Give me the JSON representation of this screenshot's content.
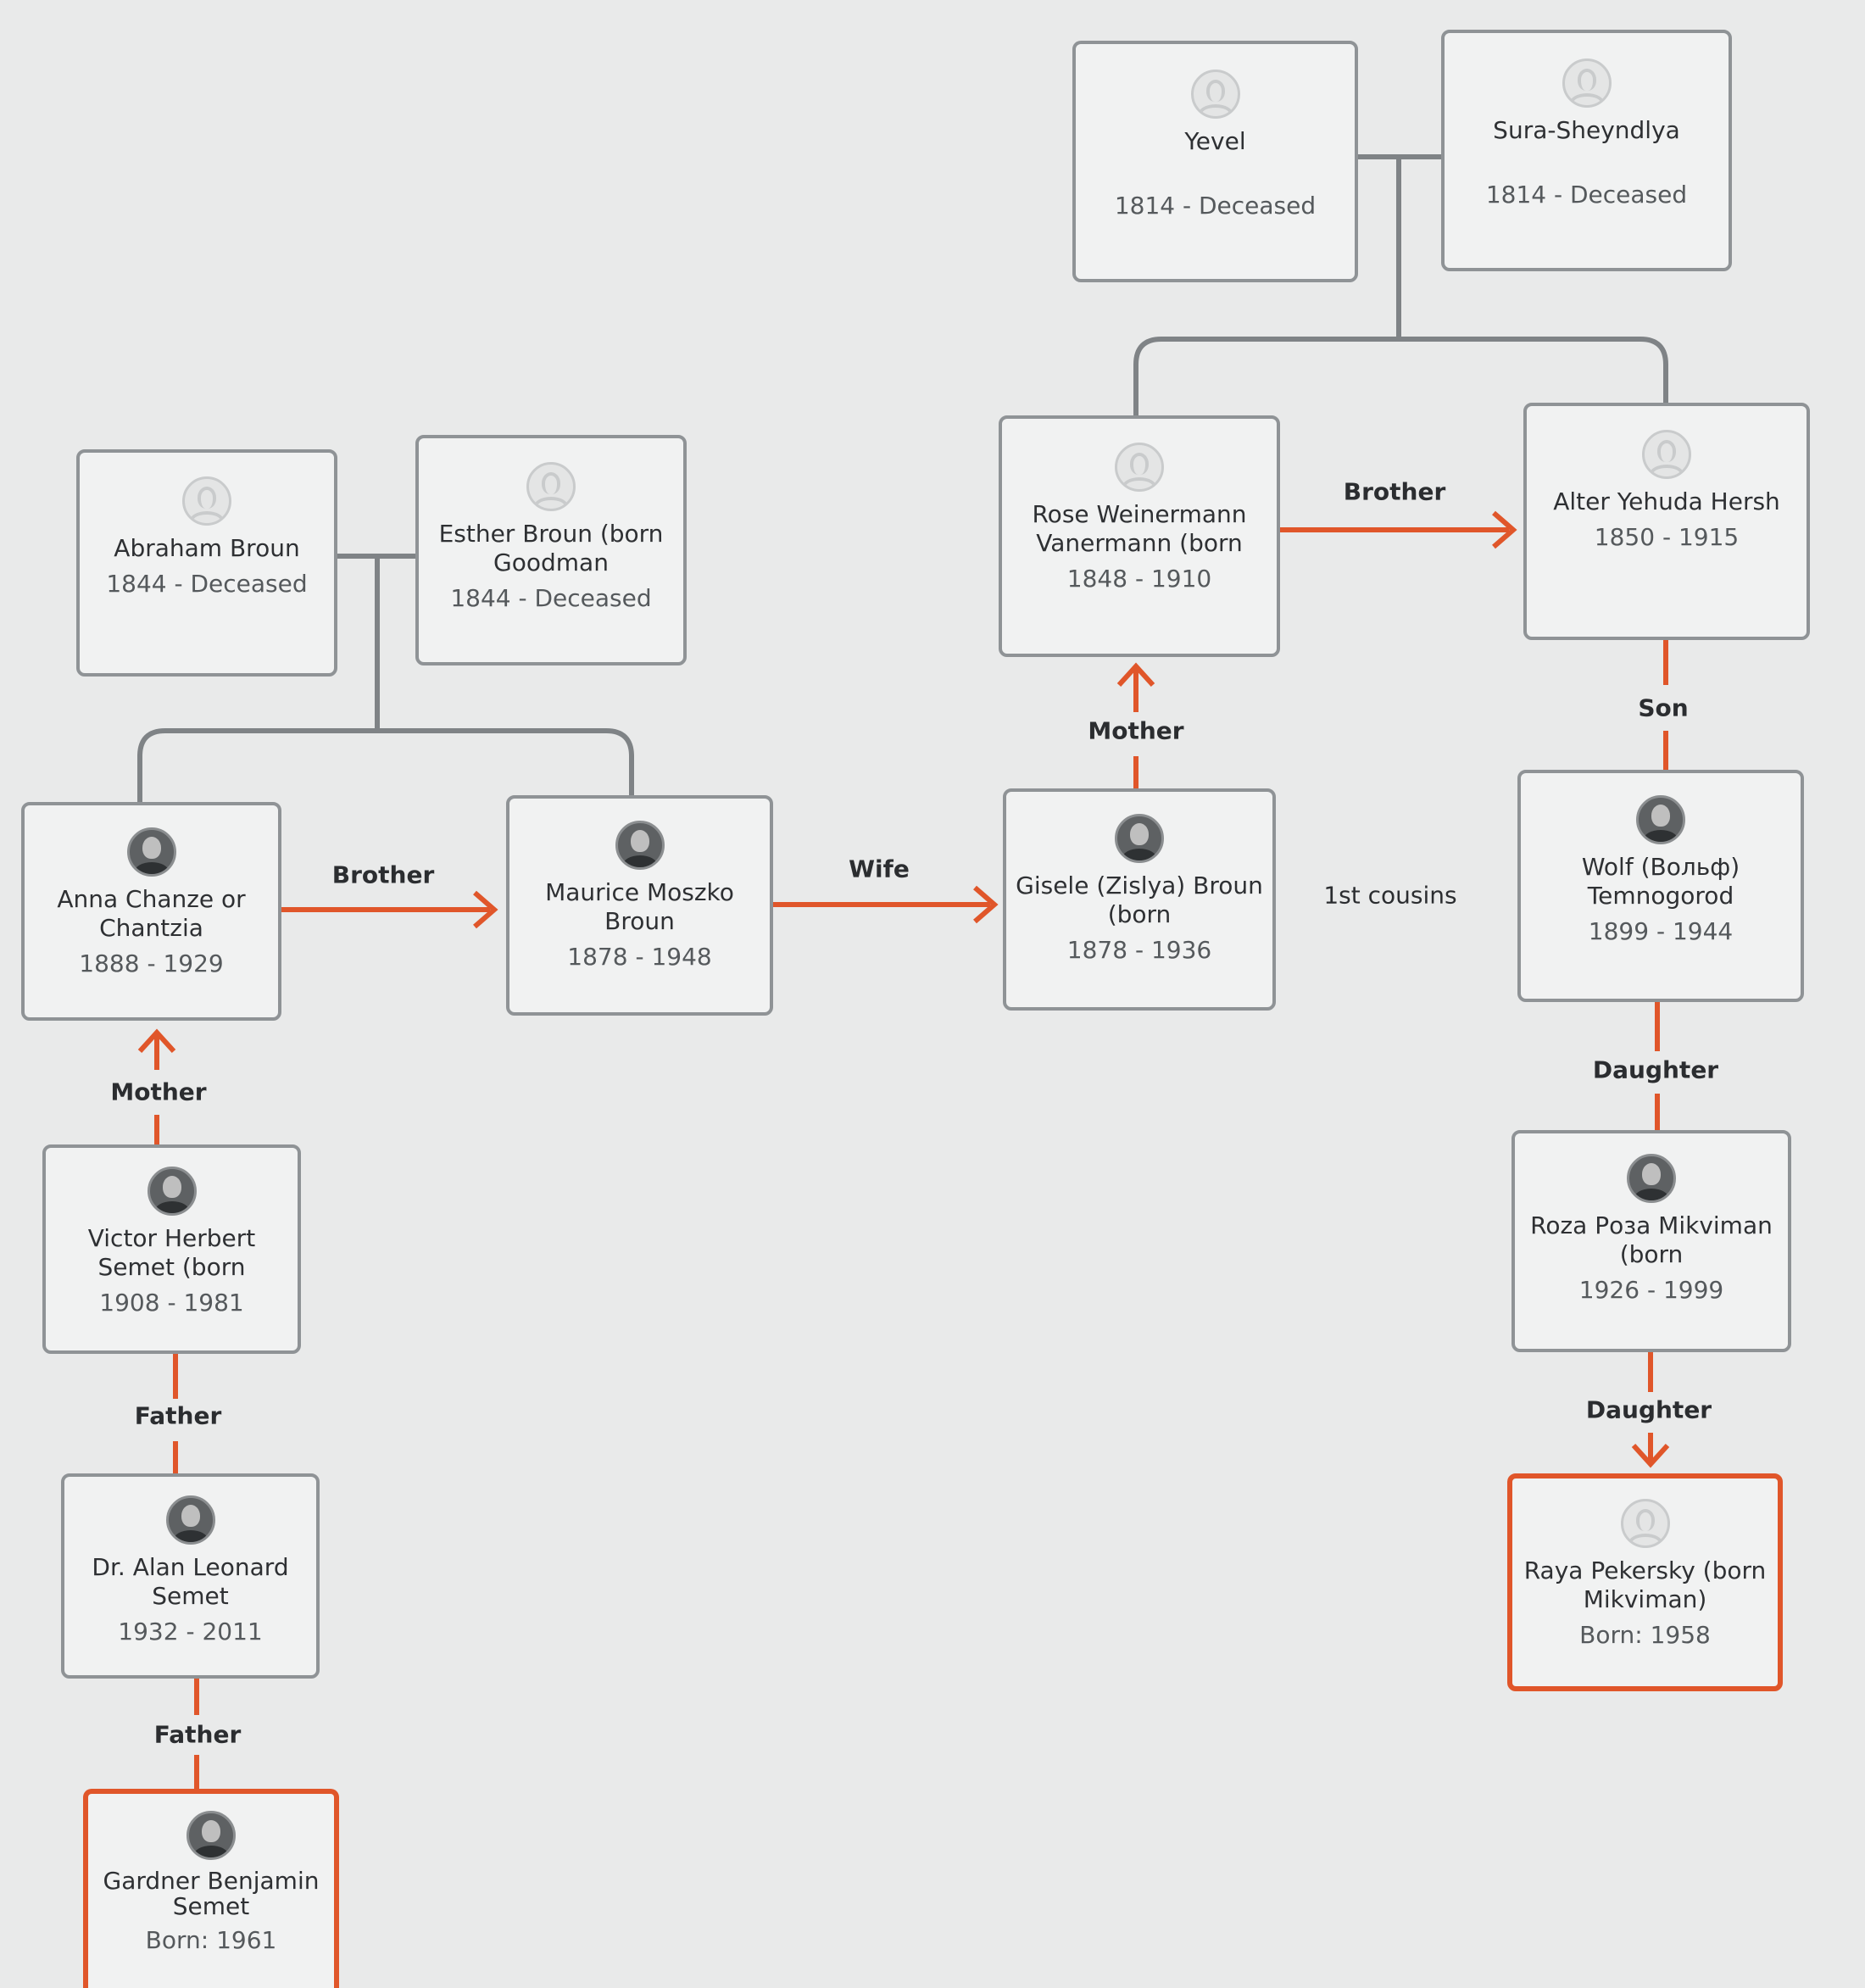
{
  "people": {
    "yevel": {
      "name": "Yevel",
      "dates": "1814 - Deceased"
    },
    "sura": {
      "name": "Sura-Sheyndlya",
      "dates": "1814 - Deceased"
    },
    "abraham": {
      "name": "Abraham Broun",
      "dates": "1844 - Deceased"
    },
    "esther": {
      "name": "Esther Broun (born Goodman",
      "dates": "1844 - Deceased"
    },
    "rose": {
      "name": "Rose Weinermann Vanermann (born",
      "dates": "1848 - 1910"
    },
    "alter": {
      "name": "Alter Yehuda Hersh",
      "dates": "1850 - 1915"
    },
    "anna": {
      "name": "Anna Chanze or Chantzia",
      "dates": "1888 - 1929"
    },
    "maurice": {
      "name": "Maurice Moszko Broun",
      "dates": "1878 - 1948"
    },
    "gisele": {
      "name": "Gisele (Zislya) Broun (born",
      "dates": "1878 - 1936"
    },
    "wolf": {
      "name": "Wolf (Вольф) Temnogorod",
      "dates": "1899 - 1944"
    },
    "victor": {
      "name": "Victor Herbert Semet (born",
      "dates": "1908 - 1981"
    },
    "roza": {
      "name": "Roza Роза Mikviman (born",
      "dates": "1926 - 1999"
    },
    "alan": {
      "name": "Dr. Alan Leonard Semet",
      "dates": "1932 - 2011"
    },
    "raya": {
      "name": "Raya Pekersky (born Mikviman)",
      "dates": "Born: 1958"
    },
    "gardner": {
      "name": "Gardner Benjamin Semet",
      "dates": "Born: 1961"
    }
  },
  "relations": {
    "rose_alter": "Brother",
    "anna_maurice": "Brother",
    "maurice_gisele": "Wife",
    "gisele_rose": "Mother",
    "alter_wolf": "Son",
    "cousins": "1st cousins",
    "wolf_roza": "Daughter",
    "roza_raya": "Daughter",
    "victor_anna": "Mother",
    "alan_victor": "Father",
    "gardner_alan": "Father"
  },
  "colors": {
    "connector": "#7f8386",
    "relation": "#e0562a",
    "node_border": "#8f9396",
    "focus_border": "#e0562a"
  }
}
